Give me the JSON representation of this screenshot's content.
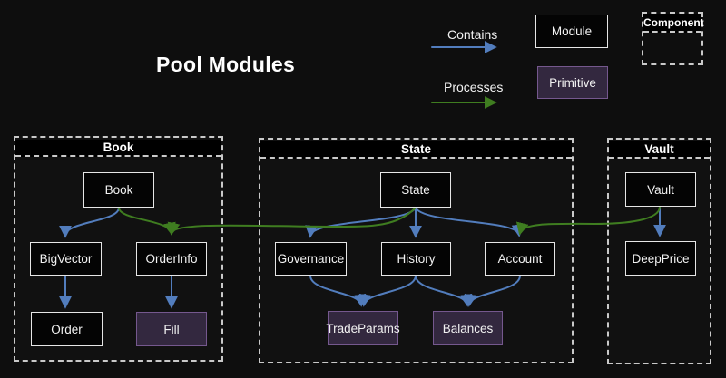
{
  "title": "Pool Modules",
  "colors": {
    "background": "#0e0e0e",
    "contains_edge": "#527dbd",
    "processes_edge": "#3f7d20",
    "module_fill": "#040404",
    "module_border": "#e6e6e6",
    "primitive_fill": "#33283f",
    "primitive_border": "#75588e",
    "cluster_border": "#c9c9c9"
  },
  "legend": {
    "contains_label": "Contains",
    "processes_label": "Processes",
    "module_label": "Module",
    "primitive_label": "Primitive",
    "component_label": "Component"
  },
  "clusters": {
    "book": {
      "label": "Book"
    },
    "state": {
      "label": "State"
    },
    "vault": {
      "label": "Vault"
    }
  },
  "nodes": {
    "book": {
      "label": "Book",
      "kind": "module"
    },
    "bigvector": {
      "label": "BigVector",
      "kind": "module"
    },
    "orderinfo": {
      "label": "OrderInfo",
      "kind": "module"
    },
    "order": {
      "label": "Order",
      "kind": "module"
    },
    "fill": {
      "label": "Fill",
      "kind": "primitive"
    },
    "state": {
      "label": "State",
      "kind": "module"
    },
    "governance": {
      "label": "Governance",
      "kind": "module"
    },
    "history": {
      "label": "History",
      "kind": "module"
    },
    "account": {
      "label": "Account",
      "kind": "module"
    },
    "tradeparams": {
      "label": "TradeParams",
      "kind": "primitive"
    },
    "balances": {
      "label": "Balances",
      "kind": "primitive"
    },
    "vault": {
      "label": "Vault",
      "kind": "module"
    },
    "deepprice": {
      "label": "DeepPrice",
      "kind": "module"
    }
  },
  "edges": [
    {
      "from": "Book",
      "to": "BigVector",
      "type": "contains"
    },
    {
      "from": "Book",
      "to": "OrderInfo",
      "type": "processes"
    },
    {
      "from": "State",
      "to": "OrderInfo",
      "type": "processes"
    },
    {
      "from": "BigVector",
      "to": "Order",
      "type": "contains"
    },
    {
      "from": "OrderInfo",
      "to": "Fill",
      "type": "contains"
    },
    {
      "from": "State",
      "to": "Governance",
      "type": "contains"
    },
    {
      "from": "State",
      "to": "History",
      "type": "contains"
    },
    {
      "from": "State",
      "to": "Account",
      "type": "contains"
    },
    {
      "from": "Vault",
      "to": "Account",
      "type": "processes"
    },
    {
      "from": "Governance",
      "to": "TradeParams",
      "type": "contains"
    },
    {
      "from": "History",
      "to": "TradeParams",
      "type": "contains"
    },
    {
      "from": "History",
      "to": "Balances",
      "type": "contains"
    },
    {
      "from": "Account",
      "to": "Balances",
      "type": "contains"
    },
    {
      "from": "Vault",
      "to": "DeepPrice",
      "type": "contains"
    }
  ]
}
